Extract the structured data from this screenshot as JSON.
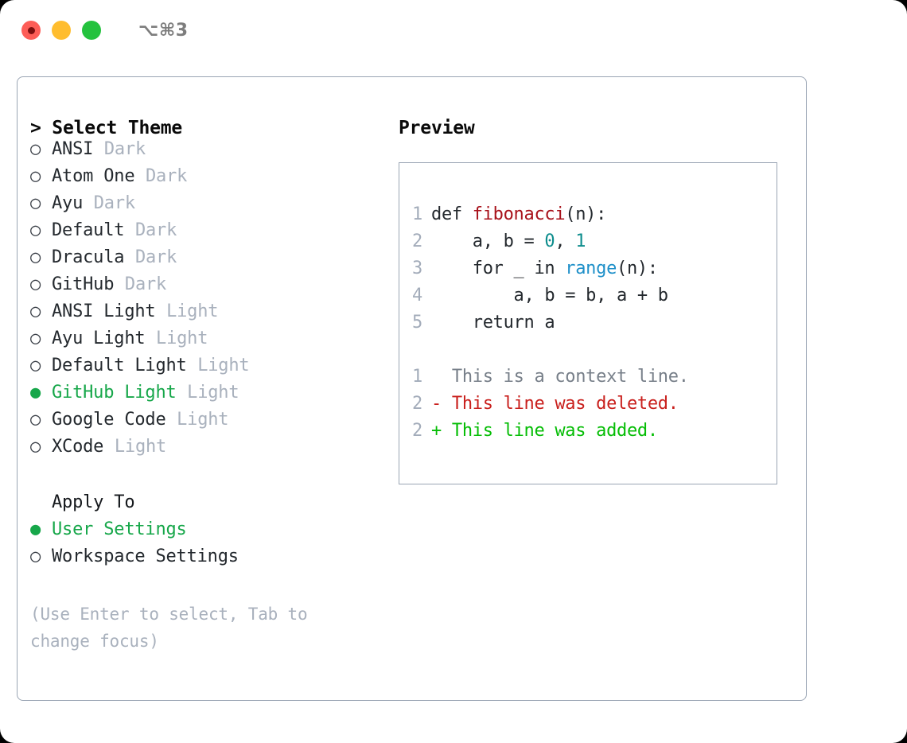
{
  "titlebar": {
    "shortcut": "⌥⌘3",
    "lights": [
      "close-red",
      "minimize-yellow",
      "maximize-green"
    ]
  },
  "theme_panel": {
    "header": "> Select Theme",
    "marker_selected": "●",
    "marker_unselected": "○",
    "items": [
      {
        "name": "ANSI",
        "category": "Dark",
        "selected": false
      },
      {
        "name": "Atom One",
        "category": "Dark",
        "selected": false
      },
      {
        "name": "Ayu",
        "category": "Dark",
        "selected": false
      },
      {
        "name": "Default",
        "category": "Dark",
        "selected": false
      },
      {
        "name": "Dracula",
        "category": "Dark",
        "selected": false
      },
      {
        "name": "GitHub",
        "category": "Dark",
        "selected": false
      },
      {
        "name": "ANSI Light",
        "category": "Light",
        "selected": false
      },
      {
        "name": "Ayu Light",
        "category": "Light",
        "selected": false
      },
      {
        "name": "Default Light",
        "category": "Light",
        "selected": false
      },
      {
        "name": "GitHub Light",
        "category": "Light",
        "selected": true
      },
      {
        "name": "Google Code",
        "category": "Light",
        "selected": false
      },
      {
        "name": "XCode",
        "category": "Light",
        "selected": false
      }
    ]
  },
  "apply_to": {
    "header": "Apply To",
    "options": [
      {
        "label": "User Settings",
        "selected": true
      },
      {
        "label": "Workspace Settings",
        "selected": false
      }
    ]
  },
  "hint": "(Use Enter to select, Tab to change focus)",
  "preview": {
    "header": "Preview",
    "code_lines": [
      {
        "lineno": "1",
        "tokens": [
          {
            "text": "def ",
            "style": "plain"
          },
          {
            "text": "fibonacci",
            "style": "fn"
          },
          {
            "text": "(n):",
            "style": "plain"
          }
        ]
      },
      {
        "lineno": "2",
        "tokens": [
          {
            "text": "    a, b = ",
            "style": "plain"
          },
          {
            "text": "0",
            "style": "num"
          },
          {
            "text": ", ",
            "style": "plain"
          },
          {
            "text": "1",
            "style": "num"
          }
        ]
      },
      {
        "lineno": "3",
        "tokens": [
          {
            "text": "    for _ in ",
            "style": "plain"
          },
          {
            "text": "range",
            "style": "call"
          },
          {
            "text": "(n):",
            "style": "plain"
          }
        ]
      },
      {
        "lineno": "4",
        "tokens": [
          {
            "text": "        a, b = b, a + b",
            "style": "plain"
          }
        ]
      },
      {
        "lineno": "5",
        "tokens": [
          {
            "text": "    return a",
            "style": "plain"
          }
        ]
      }
    ],
    "diff_lines": [
      {
        "lineno": "1",
        "sign": " ",
        "text": " This is a context line.",
        "kind": "ctx"
      },
      {
        "lineno": "2",
        "sign": "-",
        "text": " This line was deleted.",
        "kind": "del"
      },
      {
        "lineno": "2",
        "sign": "+",
        "text": " This line was added.",
        "kind": "add"
      }
    ]
  },
  "colors": {
    "selected_green": "#17a74a",
    "diff_add_green": "#05bd05",
    "diff_del_red": "#c9201d",
    "function_red": "#a8121b",
    "number_teal": "#0e8d8d",
    "call_blue": "#1f90c9",
    "muted_gray": "#a9b1bd",
    "border": "#9aa5b4"
  }
}
